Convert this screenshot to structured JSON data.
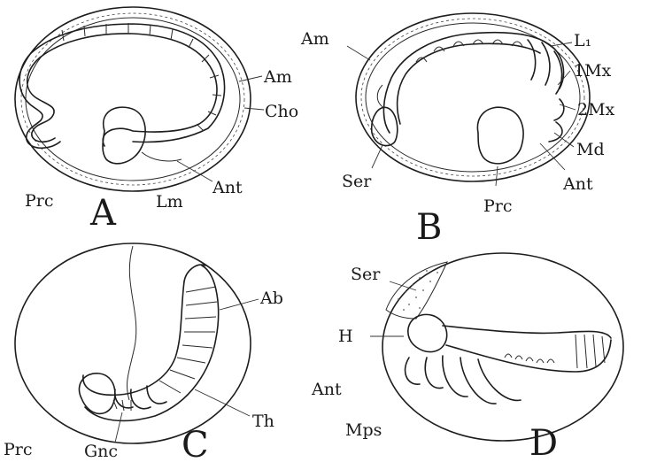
{
  "panels": {
    "a": {
      "letter": "A",
      "labels": {
        "am": "Am",
        "cho": "Cho",
        "ant": "Ant",
        "lm": "Lm",
        "prc": "Prc"
      }
    },
    "b": {
      "letter": "B",
      "labels": {
        "am": "Am",
        "l1": "L₁",
        "mx1": "1Mx",
        "mx2": "2Mx",
        "md": "Md",
        "ant": "Ant",
        "ser": "Ser",
        "prc": "Prc"
      }
    },
    "c": {
      "letter": "C",
      "labels": {
        "ab": "Ab",
        "th": "Th",
        "prc": "Prc",
        "gnc": "Gnc"
      }
    },
    "d": {
      "letter": "D",
      "labels": {
        "ser": "Ser",
        "h": "H",
        "ant": "Ant",
        "mps": "Mps"
      }
    }
  }
}
